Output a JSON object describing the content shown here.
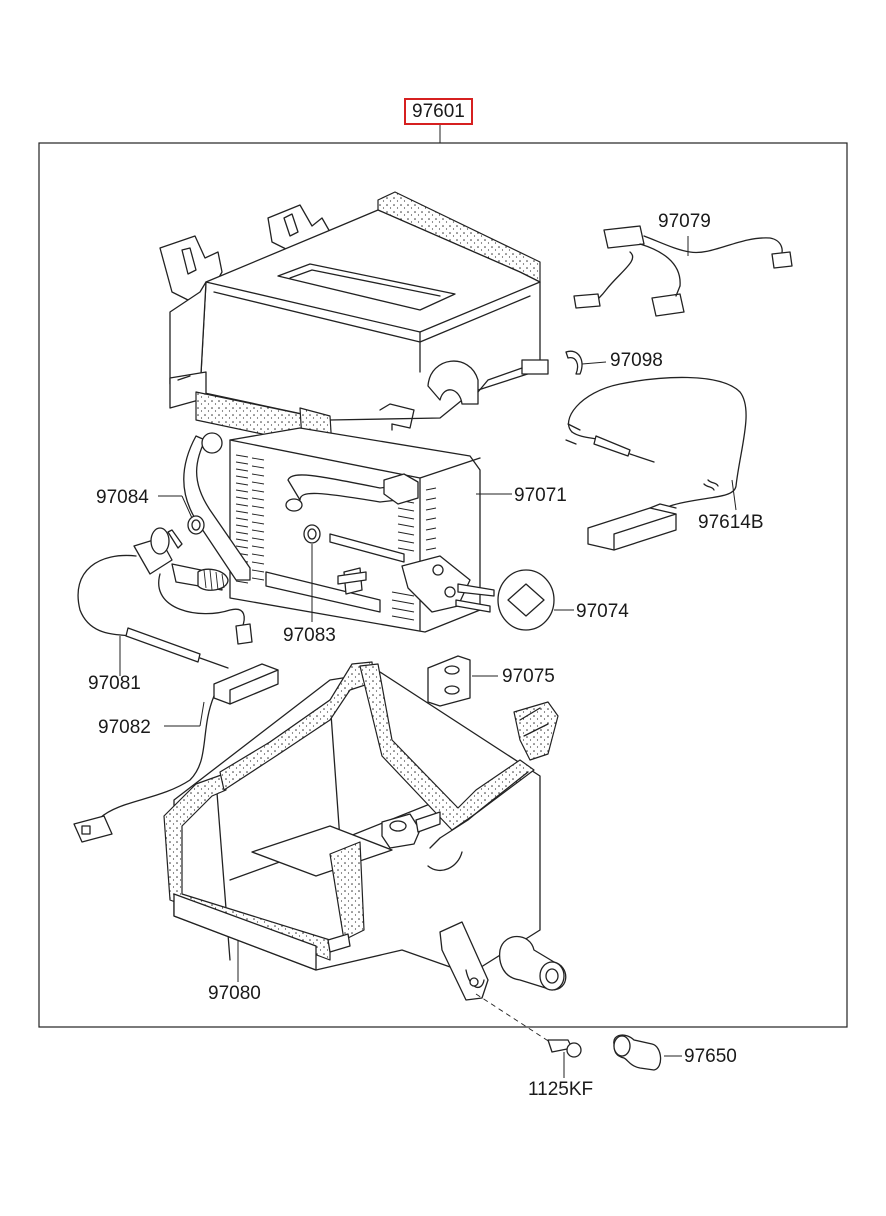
{
  "assembly": {
    "part_number": "97601",
    "highlight_color": "#d62020"
  },
  "parts": {
    "p97079": "97079",
    "p97098": "97098",
    "p97614B": "97614B",
    "p97084": "97084",
    "p97071": "97071",
    "p97074": "97074",
    "p97083": "97083",
    "p97081": "97081",
    "p97075": "97075",
    "p97082": "97082",
    "p97080": "97080",
    "p1125KF": "1125KF",
    "p97650": "97650"
  }
}
